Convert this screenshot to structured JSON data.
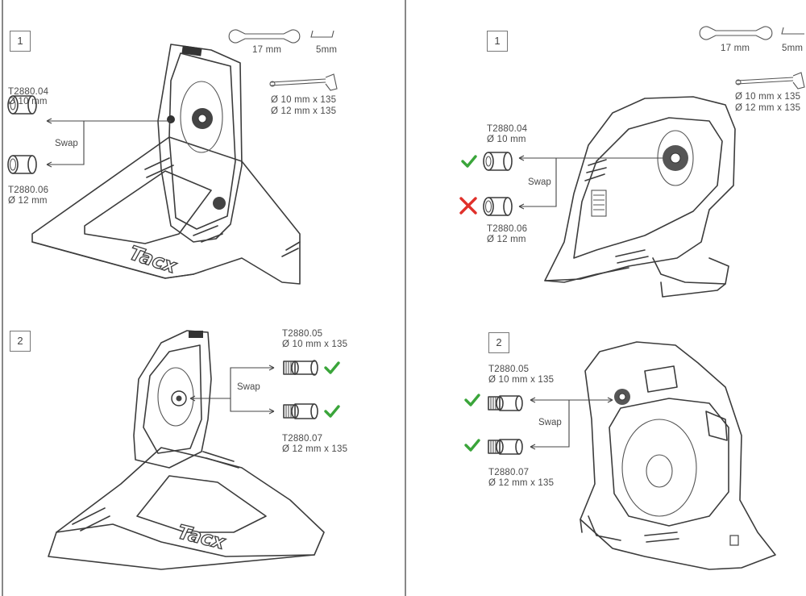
{
  "panels": {
    "left_top": {
      "step": "1",
      "tools": {
        "wrench": "17 mm",
        "hex": "5mm"
      },
      "axle": {
        "line1": "Ø 10 mm x 135",
        "line2": "Ø 12 mm x 135"
      },
      "part_a": {
        "code": "T2880.04",
        "size": "Ø 10 mm"
      },
      "part_b": {
        "code": "T2880.06",
        "size": "Ø 12 mm"
      },
      "swap": "Swap",
      "brand": "Tacx"
    },
    "left_bottom": {
      "step": "2",
      "part_a": {
        "code": "T2880.05",
        "size": "Ø 10 mm x 135"
      },
      "part_b": {
        "code": "T2880.07",
        "size": "Ø 12 mm x 135"
      },
      "swap": "Swap",
      "brand": "Tacx"
    },
    "right_top": {
      "step": "1",
      "tools": {
        "wrench": "17 mm",
        "hex": "5mm"
      },
      "axle": {
        "line1": "Ø 10 mm x 135",
        "line2": "Ø 12 mm x 135"
      },
      "part_a": {
        "code": "T2880.04",
        "size": "Ø 10 mm"
      },
      "part_b": {
        "code": "T2880.06",
        "size": "Ø 12 mm"
      },
      "swap": "Swap"
    },
    "right_bottom": {
      "step": "2",
      "part_a": {
        "code": "T2880.05",
        "size": "Ø 10 mm x 135"
      },
      "part_b": {
        "code": "T2880.07",
        "size": "Ø 12 mm x 135"
      },
      "swap": "Swap"
    }
  },
  "colors": {
    "check": "#3aa53a",
    "cross": "#e0302a",
    "line": "#3c3c3c"
  },
  "icons": [
    "wrench-icon",
    "hex-key-icon",
    "axle-icon",
    "adapter-icon",
    "check-icon",
    "cross-icon"
  ]
}
